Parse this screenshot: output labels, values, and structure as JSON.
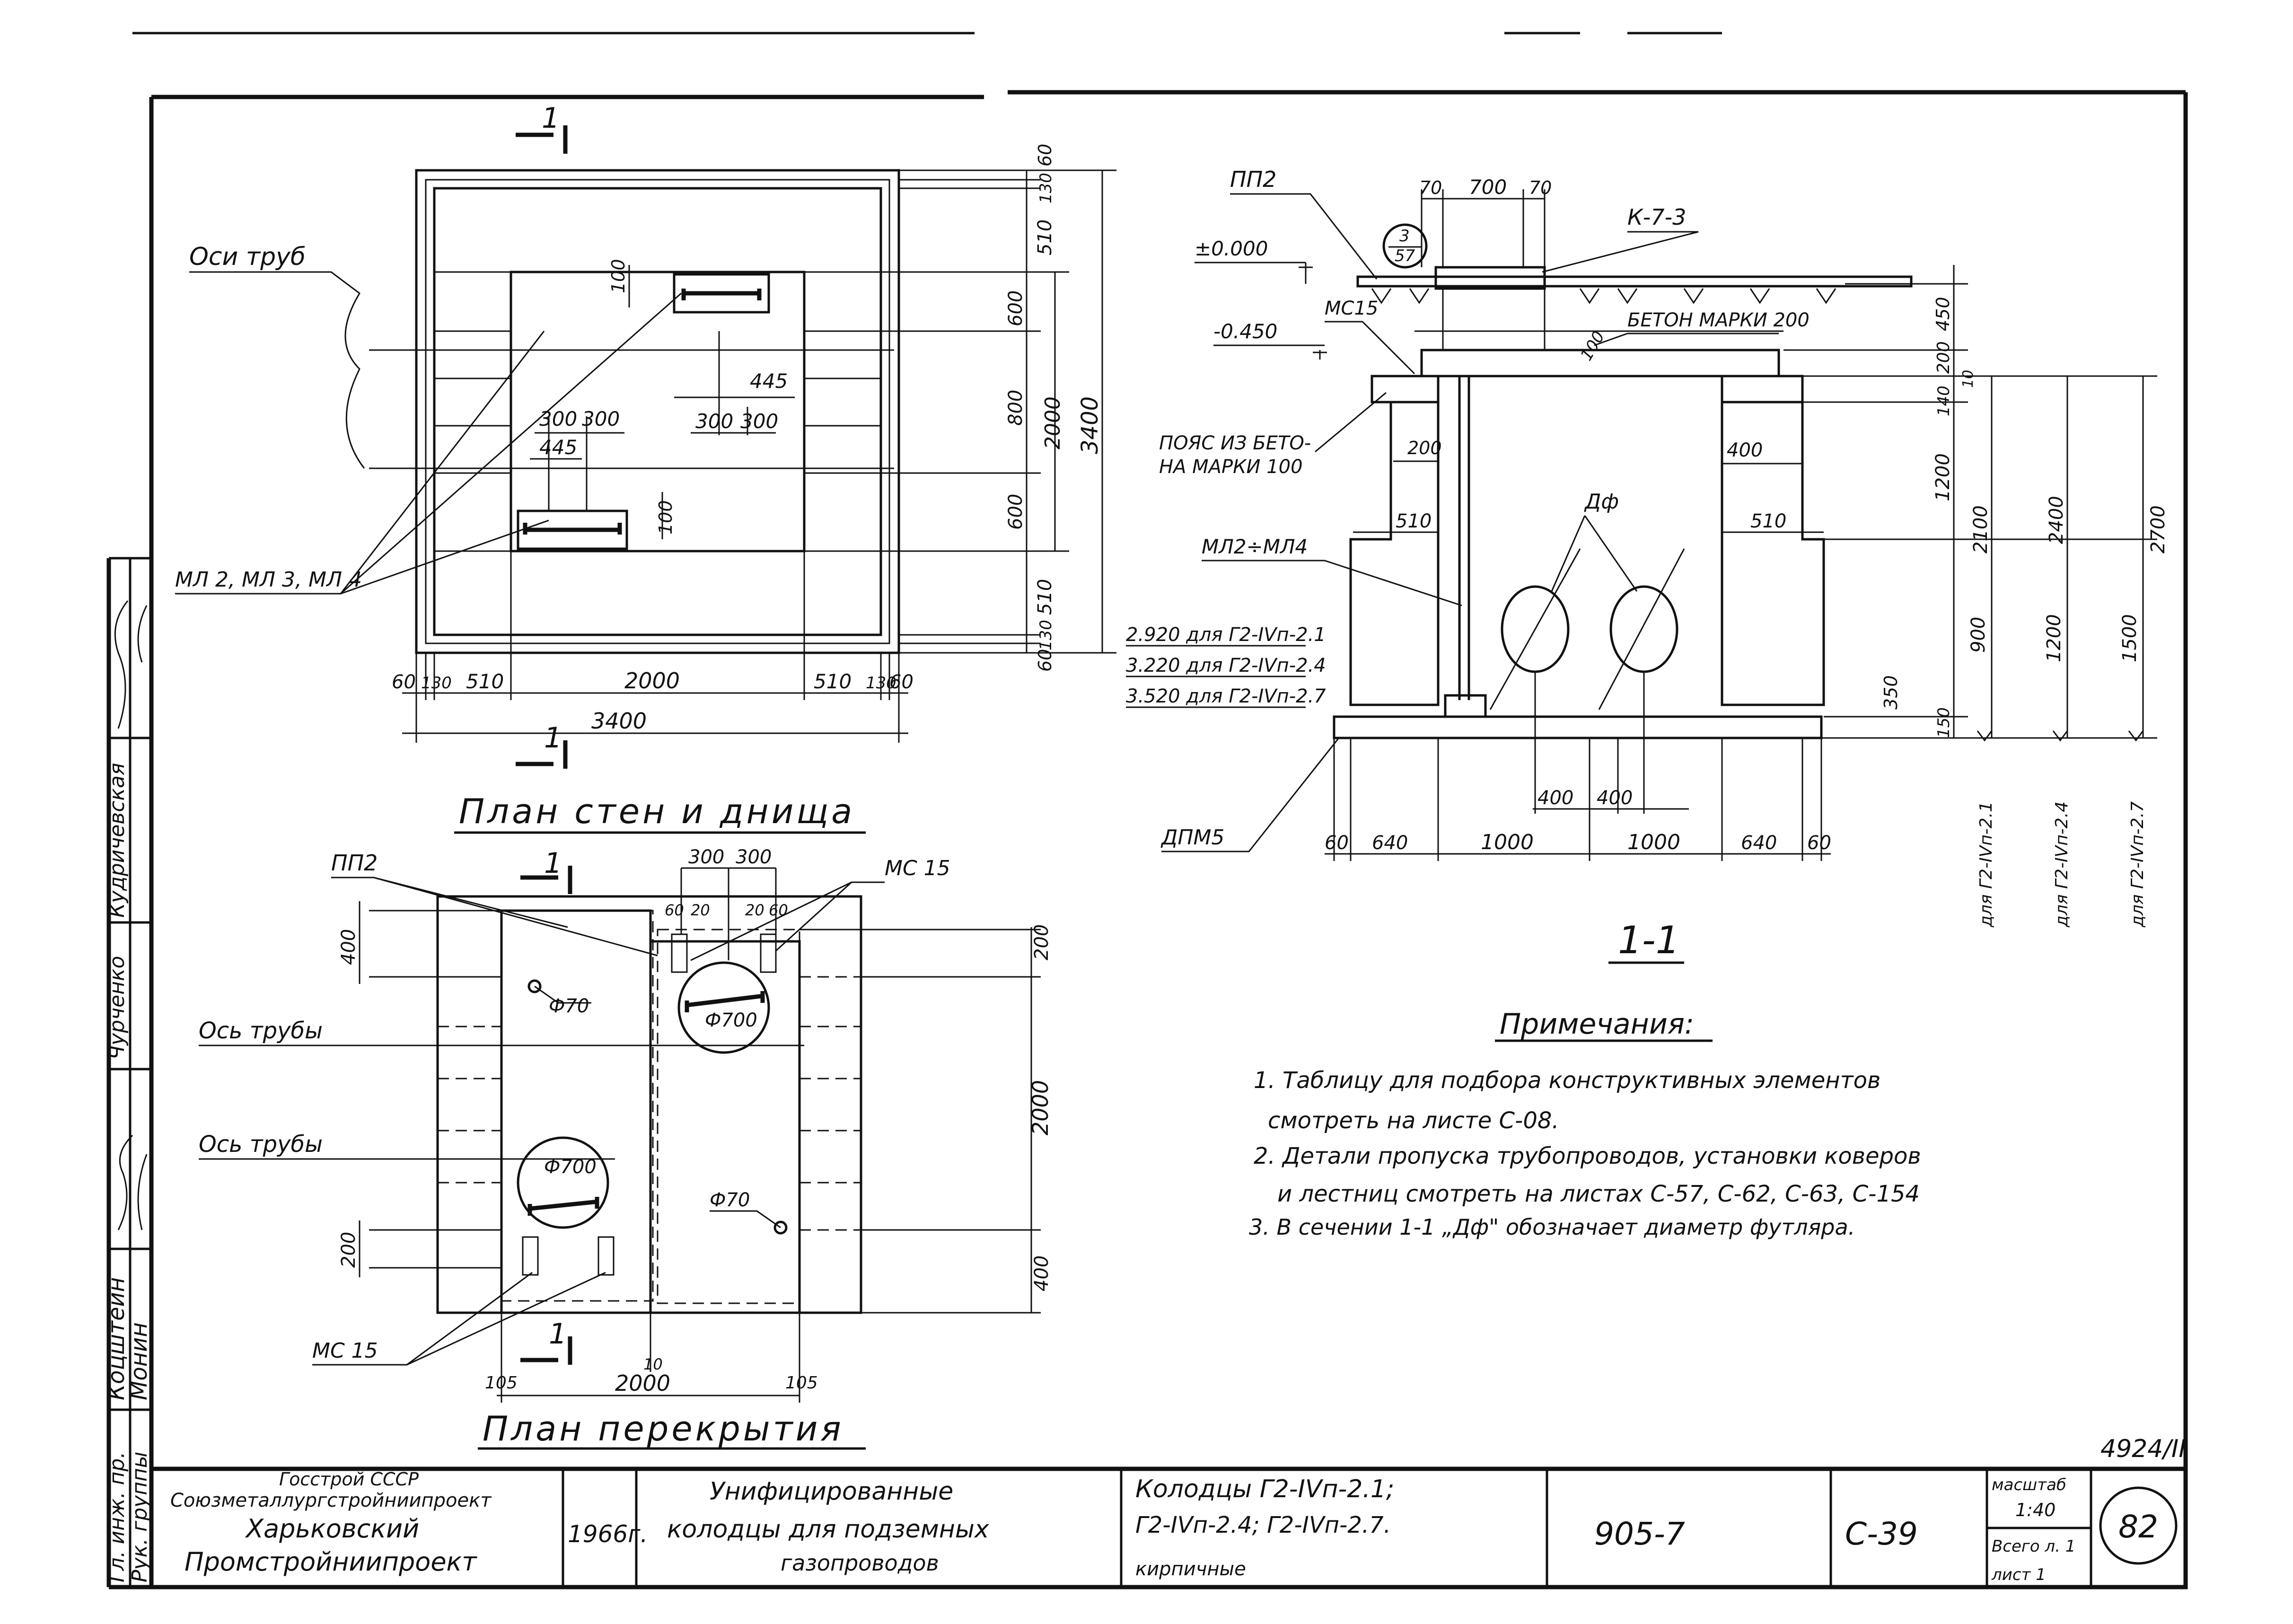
{
  "plan_walls": {
    "section_mark_top": "1",
    "section_mark_bottom": "1",
    "label_pipe_axes": "Оси труб",
    "label_ml": "МЛ 2, МЛ 3, МЛ 4",
    "dims_right": [
      "60",
      "130",
      "510",
      "600",
      "800",
      "600",
      "510",
      "130",
      "60"
    ],
    "dim_2000_v": "2000",
    "dim_3400_v": "3400",
    "dims_bottom": [
      "60",
      "130",
      "510",
      "2000",
      "510",
      "130",
      "60"
    ],
    "dim_3400_h": "3400",
    "dim_100a": "100",
    "dim_100b": "100",
    "dim_445a": "445",
    "dim_445b": "445",
    "dim_300a": "300",
    "dim_300b": "300",
    "dim_300c": "300",
    "dim_300d": "300",
    "title": "План стен и днища"
  },
  "plan_cover": {
    "section_mark_top": "1",
    "section_mark_bottom": "1",
    "label_pp2": "ПП2",
    "label_mc15_top": "МС 15",
    "label_mc15_bottom": "МС 15",
    "label_axis1": "Ось трубы",
    "label_axis2": "Ось трубы",
    "dim_400_top": "400",
    "dim_200_left": "200",
    "dim_200_right": "200",
    "dim_2000": "2000",
    "dim_400_right": "400",
    "dims_top": [
      "300",
      "300"
    ],
    "dims_top_small": [
      "60",
      "20",
      "20",
      "60"
    ],
    "dim_105a": "105",
    "dim_105b": "105",
    "dim_10": "10",
    "dim_2000_h": "2000",
    "phi70a": "Ф70",
    "phi70b": "Ф70",
    "phi700a": "Ф700",
    "phi700b": "Ф700",
    "title": "План перекрытия"
  },
  "section": {
    "label_pp2": "ПП2",
    "label_k73": "К-7-3",
    "circle_num": "3",
    "circle_den": "57",
    "level_0": "±0.000",
    "level_045": "-0.450",
    "label_mc15": "МС15",
    "label_concrete": "БЕТОН МАРКИ 200",
    "label_belt1": "ПОЯС ИЗ БЕТО-",
    "label_belt2": "НА МАРКИ 100",
    "label_ml": "МЛ2÷МЛ4",
    "label_df": "Дф",
    "label_dpm5": "ДПМ5",
    "lvl1": "2.920 для Г2-IVп-2.1",
    "lvl2": "3.220 для Г2-IVп-2.4",
    "lvl3": "3.520 для Г2-IVп-2.7",
    "top_dims": [
      "70",
      "700",
      "70"
    ],
    "dim_200a": "200",
    "dim_400": "400",
    "dim_510a": "510",
    "dim_510b": "510",
    "dim_350": "350",
    "dims_bottom": [
      "60",
      "640",
      "1000",
      "1000",
      "640",
      "60"
    ],
    "dims_400_400": [
      "400",
      "400"
    ],
    "dim_100": "100",
    "right_dims_a": [
      "450",
      "200",
      "10",
      "140",
      "1200",
      "900",
      "150"
    ],
    "right_dims_b": [
      "2100",
      "1200"
    ],
    "right_dims_c": [
      "2400",
      "1500"
    ],
    "right_dims_d": [
      "2700"
    ],
    "for_labels": [
      "для Г2-IVп-2.1",
      "для Г2-IVп-2.4",
      "для Г2-IVп-2.7"
    ],
    "title": "1-1"
  },
  "notes": {
    "heading": "Примечания:",
    "lines": [
      "1. Таблицу для подбора конструктивных элементов",
      "смотреть на листе С-08.",
      "2. Детали пропуска трубопроводов, установки коверов",
      "и лестниц смотреть на листах С-57, С-62, С-63, С-154",
      "3. В сечении 1-1 „Дф\" обозначает диаметр футляра."
    ]
  },
  "side_stamp": [
    "Гл. инж. пр.",
    "Коцштейн",
    "Рук. группы",
    "Монин",
    "Чурченко",
    "Кудричевская"
  ],
  "title_block": {
    "org1": "Госстрой СССР",
    "org2": "Союзметаллургстройниипроект",
    "org3": "Харьковский",
    "org4": "Промстройниипроект",
    "year": "1966г.",
    "name1": "Унифицированные",
    "name2": "колодцы для подземных",
    "name3": "газопроводов",
    "wells1": "Колодцы Г2-IVп-2.1;",
    "wells2": "Г2-IVп-2.4; Г2-IVп-2.7.",
    "wells3": "кирпичные",
    "series": "905-7",
    "sheet_code": "С-39",
    "scale_label": "масштаб",
    "scale": "1:40",
    "total_sheets": "Всего л. 1",
    "sheet": "лист 1",
    "page_num": "82",
    "album": "4924/II"
  }
}
